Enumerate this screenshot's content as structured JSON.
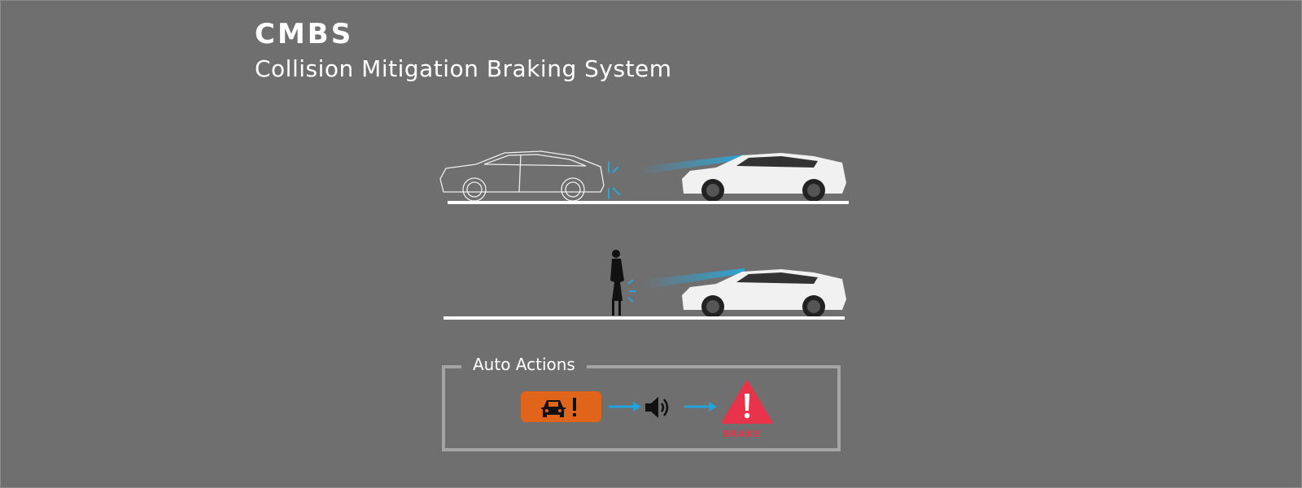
{
  "header": {
    "title": "CMBS",
    "subtitle": "Collision Mitigation Braking System"
  },
  "auto_actions": {
    "label": "Auto Actions",
    "steps": [
      {
        "icon": "car-warning-icon",
        "color": "#e0641a"
      },
      {
        "icon": "speaker-icon"
      },
      {
        "icon": "brake-warning-icon",
        "label": "BRAKE",
        "color": "#e8334a"
      }
    ]
  },
  "colors": {
    "background": "#706f70",
    "sensor_beam": "#2aa7d9",
    "arrow": "#22a3dc"
  }
}
